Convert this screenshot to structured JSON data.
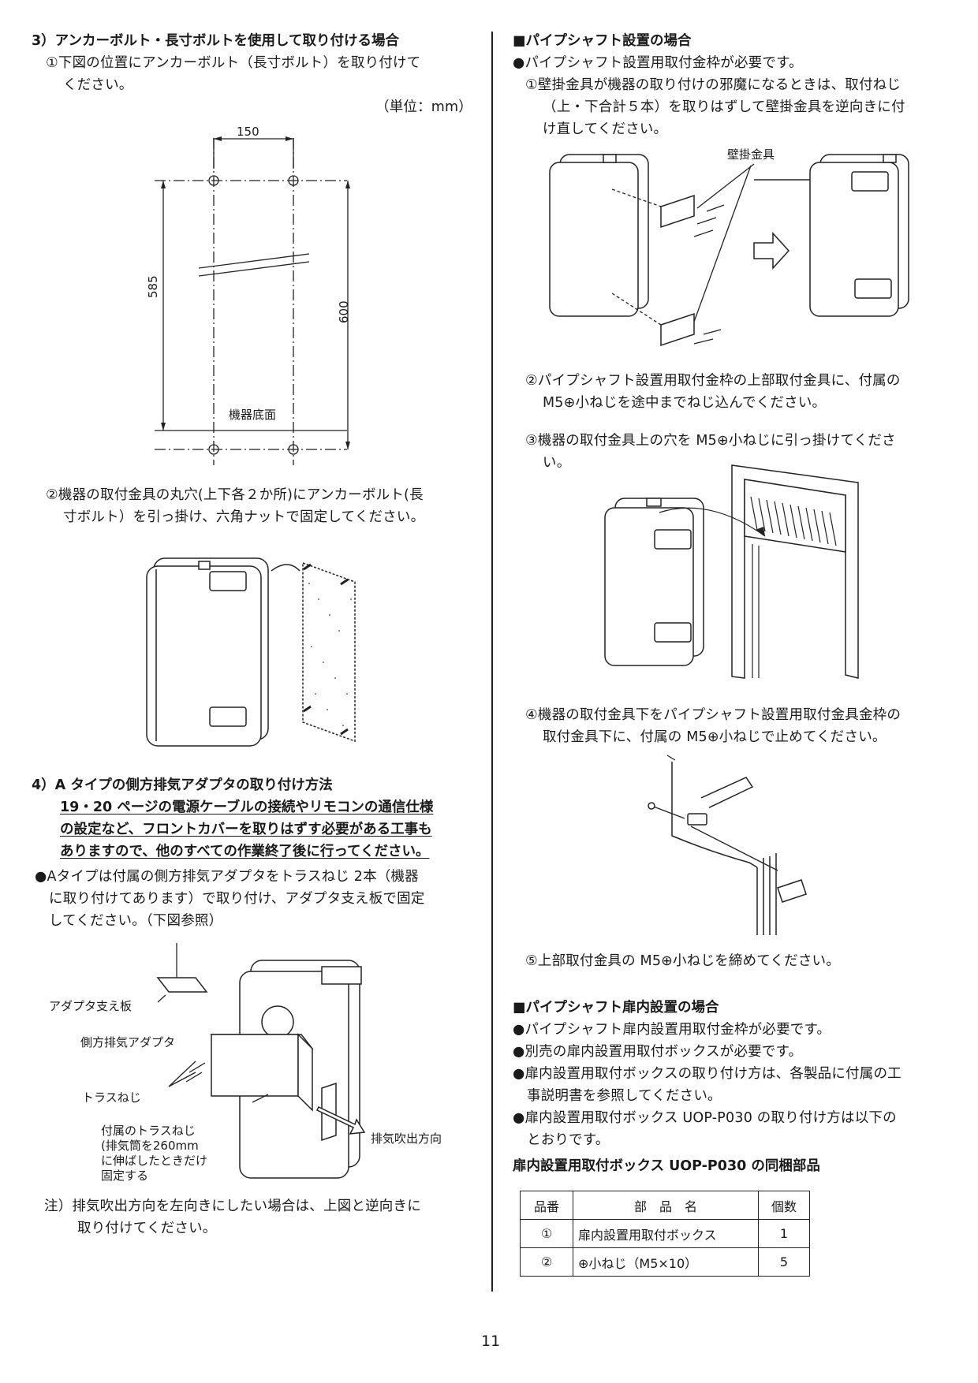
{
  "left": {
    "s3": {
      "heading": "3）アンカーボルト・長寸ボルトを使用して取り付ける場合",
      "step1": [
        "①下図の位置にアンカーボルト（長寸ボルト）を取り付けて",
        "ください。"
      ],
      "unit": "（単位：mm）",
      "dim_150": "150",
      "dim_585": "585",
      "dim_600": "600",
      "label_bottom": "機器底面",
      "step2": [
        "②機器の取付金具の丸穴(上下各２か所)にアンカーボルト(長",
        "寸ボルト）を引っ掛け、六角ナットで固定してください。"
      ]
    },
    "s4": {
      "heading": "4）A タイプの側方排気アダプタの取り付け方法",
      "warning": [
        "19・20 ページの電源ケーブルの接続やリモコンの通信仕様",
        "の設定など、フロントカバーを取りはずす必要がある工事も",
        "ありますので、他のすべての作業終了後に行ってください。"
      ],
      "bullet": [
        "●Aタイプは付属の側方排気アダプタをトラスねじ 2本（機器",
        "に取り付けてあります）で取り付け、アダプタ支え板で固定",
        "してください。（下図参照）"
      ],
      "labels": {
        "support": "アダプタ支え板",
        "adapter": "側方排気アダプタ",
        "screws": "トラスねじ",
        "accessory": [
          "付属のトラスねじ",
          "(排気筒を260mm",
          "に伸ばしたときだけ",
          "固定する"
        ],
        "exhaust": "排気吹出方向"
      },
      "note": [
        "注）排気吹出方向を左向きにしたい場合は、上図と逆向きに",
        "取り付けてください。"
      ]
    }
  },
  "right": {
    "ps": {
      "heading": "■パイプシャフト設置の場合",
      "bullet": "●パイプシャフト設置用取付金枠が必要です。",
      "step1": [
        "①壁掛金具が機器の取り付けの邪魔になるときは、取付ねじ",
        "（上・下合計５本）を取りはずして壁掛金具を逆向きに付",
        "け直してください。"
      ],
      "label_bracket": "壁掛金具",
      "step2": [
        "②パイプシャフト設置用取付金枠の上部取付金具に、付属の",
        "M5⊕小ねじを途中までねじ込んでください。"
      ],
      "step3": [
        "③機器の取付金具上の穴を M5⊕小ねじに引っ掛けてくださ",
        "い。"
      ],
      "step4": [
        "④機器の取付金具下をパイプシャフト設置用取付金具金枠の",
        "取付金具下に、付属の M5⊕小ねじで止めてください。"
      ],
      "step5": "⑤上部取付金具の M5⊕小ねじを締めてください。"
    },
    "door": {
      "heading": "■パイプシャフト扉内設置の場合",
      "bullets": [
        "●パイプシャフト扉内設置用取付金枠が必要です。",
        "●別売の扉内設置用取付ボックスが必要です。"
      ],
      "bullet3": [
        "●扉内設置用取付ボックスの取り付け方は、各製品に付属の工",
        "事説明書を参照してください。"
      ],
      "bullet4": [
        "●扉内設置用取付ボックス UOP-P030 の取り付け方は以下の",
        "とおりです。"
      ],
      "table_title": "扉内設置用取付ボックス UOP-P030 の同梱部品",
      "table": {
        "headers": [
          "品番",
          "部　品　名",
          "個数"
        ],
        "rows": [
          [
            "①",
            "扉内設置用取付ボックス",
            "1"
          ],
          [
            "②",
            "⊕小ねじ（M5×10）",
            "5"
          ]
        ]
      }
    }
  },
  "page_number": "11"
}
